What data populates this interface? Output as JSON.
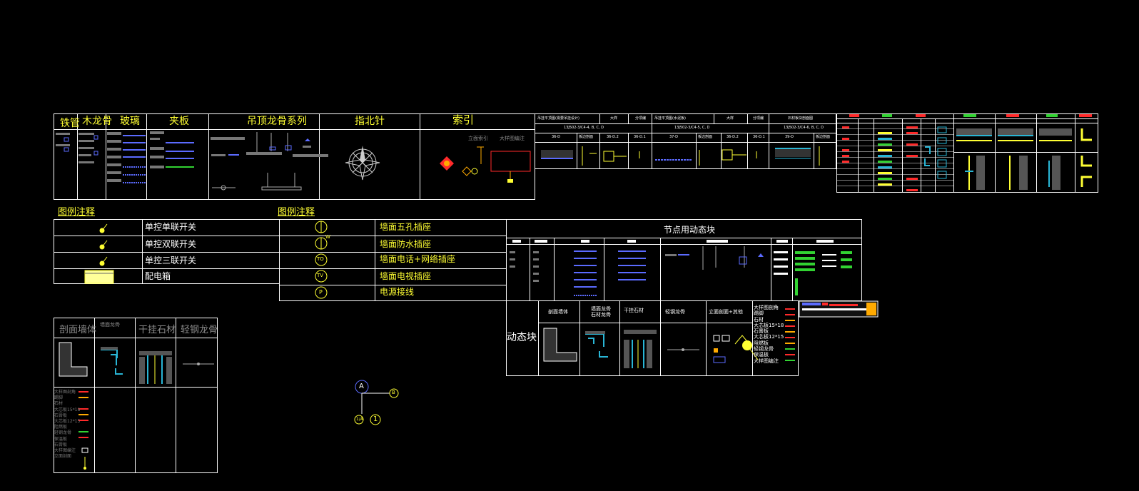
{
  "top_headers": {
    "iron_pipe": "铁管",
    "wood_keel": "木龙骨",
    "glass": "玻璃",
    "plywood": "夹板",
    "ceiling_keel": "吊顶龙骨系列",
    "compass": "指北针",
    "index": "索引"
  },
  "index_labels": {
    "left": "立面索引",
    "right": "大样图编注"
  },
  "detail_table": {
    "row1": [
      "吊挂平顶图(需要吊挂设计)",
      "大样",
      "分项编",
      "吊挂平顶图(水泥板)",
      "大样",
      "分项编",
      "石材板块剖面图"
    ],
    "row2": [
      "13J502-3/C4-4, B, C, D",
      "13J502-3/C4-5, C, D",
      "13J502-3/C4-6, B, C, D"
    ],
    "row3": [
      "36-D",
      "板边剖面",
      "36-D.2",
      "36-D.1",
      "37-D",
      "板边剖面",
      "36-D.2",
      "36-D.1",
      "39-D",
      "板边剖面"
    ]
  },
  "legend_left": {
    "title": "图例注释",
    "rows": [
      {
        "label": "单控单联开关"
      },
      {
        "label": "单控双联开关"
      },
      {
        "label": "单控三联开关"
      },
      {
        "label": "配电箱"
      }
    ]
  },
  "legend_mid": {
    "title": "图例注释",
    "rows": [
      {
        "symbol": "",
        "label": "墙面五孔插座"
      },
      {
        "symbol": "W",
        "label": "墙面防水插座"
      },
      {
        "symbol": "TO",
        "label": "墙面电话+网络插座"
      },
      {
        "symbol": "TV",
        "label": "墙面电视插座"
      },
      {
        "symbol": "P",
        "label": "电源接线"
      }
    ]
  },
  "node_block": {
    "title": "节点用动态块",
    "dynamic_label": "动态块",
    "columns": [
      "剖面墙体",
      "墙面龙骨\n石材龙骨",
      "干挂石材",
      "轻钢龙骨",
      "立面剖面+其他"
    ],
    "materials": [
      "大样图剖角",
      "踢脚",
      "石材",
      "大芯板15*18",
      "石膏板",
      "大芯板12*15",
      "阻燃板",
      "轻钢龙骨",
      "保温板",
      "大样图编注"
    ]
  },
  "bottom_block": {
    "headers": [
      "剖面墙体",
      "墙面龙骨",
      "干挂石材",
      "轻钢龙骨"
    ],
    "materials": [
      "大样图剖角",
      "踢脚",
      "石材",
      "大芯板15*18",
      "石膏板",
      "大芯板12*15",
      "阻燃板",
      "轻钢龙骨",
      "保温板",
      "石膏板",
      "大样图编注",
      "立面剖面"
    ]
  },
  "axis_marks": {
    "a": "A",
    "b": "B",
    "c": "1",
    "d": "1/A"
  },
  "colors": {
    "background": "#000000",
    "line": "#ffffff",
    "text_yellow": "#ffff33",
    "cyan": "#29b6d6",
    "blue": "#5b6bff",
    "red": "#ff2a2a",
    "green": "#32d232"
  }
}
